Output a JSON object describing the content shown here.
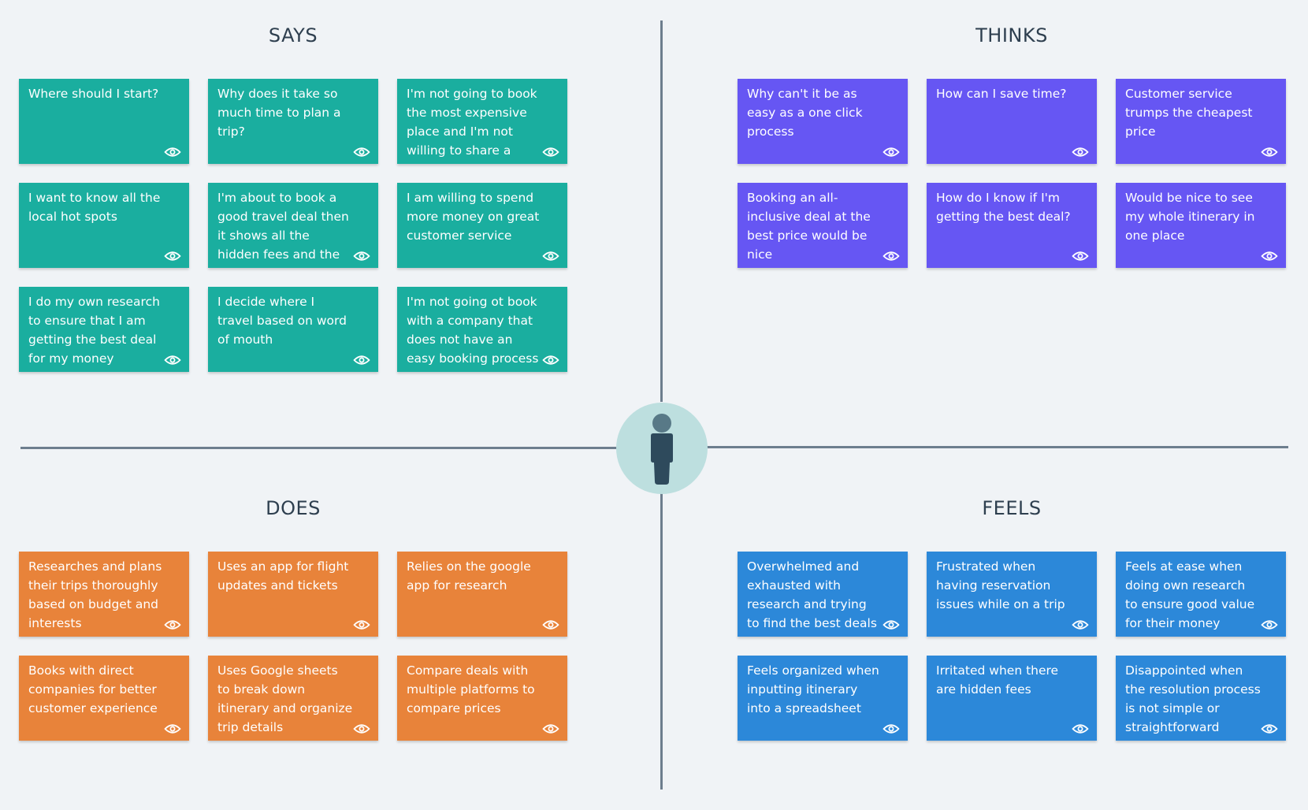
{
  "quadrants": {
    "says": {
      "title": "SAYS",
      "notes": [
        "Where should I start?",
        "Why does it take so much time to plan a trip?",
        "I'm not going to book the most expensive place and I'm not willing to share a bathroom",
        "I want to know all the local hot spots",
        "I'm about to book a good travel deal then it shows all the hidden fees and the price changes",
        "I am willing to spend more money on great customer service",
        "I do my own research to ensure that I am getting the best deal for my money",
        "I decide where I travel based on word of mouth",
        "I'm not going ot book with a company that does not have an easy booking process"
      ]
    },
    "thinks": {
      "title": "THINKS",
      "notes": [
        "Why can't it be as easy as a one click process",
        "How can I save time?",
        "Customer service trumps the cheapest price",
        "Booking an all-inclusive deal at the best price would be nice",
        "How do I know if I'm getting the best deal?",
        "Would be nice to see my whole itinerary in one place"
      ]
    },
    "does": {
      "title": "DOES",
      "notes": [
        "Researches and plans their trips thoroughly based on budget and interests",
        "Uses an app for flight updates and tickets",
        "Relies on the google app for research",
        "Books with direct companies for better customer experience",
        "Uses Google sheets to break down itinerary and organize trip details",
        "Compare deals with multiple platforms to compare prices"
      ]
    },
    "feels": {
      "title": "FEELS",
      "notes": [
        "Overwhelmed and exhausted with research and trying to find the best deals",
        "Frustrated when having reservation issues while on a trip",
        "Feels at ease when doing own research to ensure good value for their money",
        "Feels organized when inputting itinerary into a spreadsheet",
        "Irritated when there are hidden fees",
        "Disappointed when the resolution process is not simple or straightforward"
      ]
    }
  },
  "colors": {
    "says": "#1aae9f",
    "thinks": "#6656f3",
    "does": "#e8833a",
    "feels": "#2c88d9",
    "axis": "#6d7e8e",
    "persona_bg": "#bddfdf",
    "persona_figure": "#2e4a5c"
  },
  "icons": {
    "note_action": "eye-icon",
    "persona": "person-icon"
  }
}
